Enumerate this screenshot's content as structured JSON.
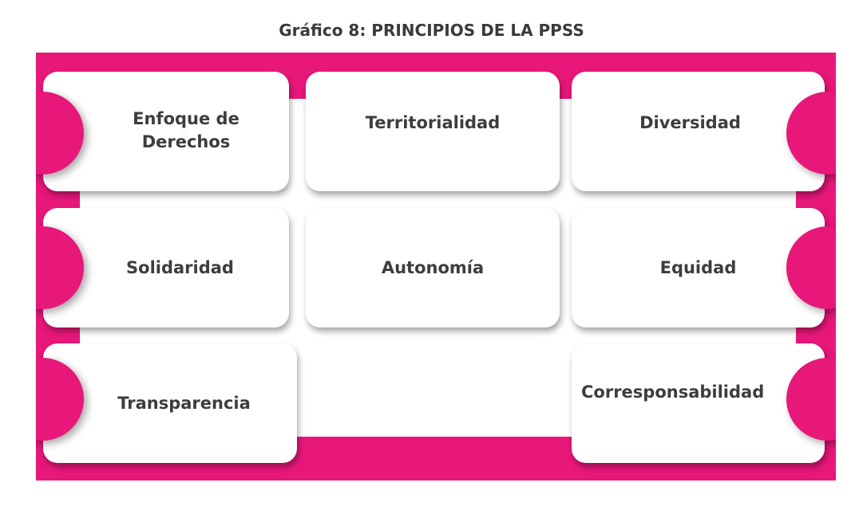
{
  "title": "Gráfico 8: PRINCIPIOS DE LA PPSS",
  "accent_color": "#E8177A",
  "principles": [
    "Enfoque de Derechos",
    "Territorialidad",
    "Diversidad",
    "Solidaridad",
    "Autonomía",
    "Equidad",
    "Transparencia",
    "Corresponsabilidad"
  ]
}
